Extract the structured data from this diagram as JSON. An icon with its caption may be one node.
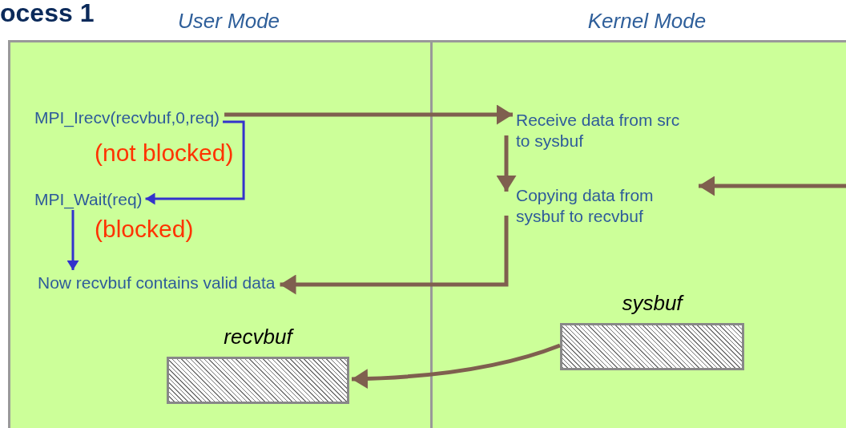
{
  "diagram": {
    "title": "ocess 1",
    "nodes": [
      {
        "text": [
          "User Mode"
        ]
      },
      {
        "text": [
          "Kernel Mode"
        ]
      },
      {
        "text": [
          "MPI_Irecv(recvbuf,0,req)"
        ],
        "in": 0
      },
      {
        "text": [
          "MPI_Wait(req)"
        ],
        "in": 0
      },
      {
        "text": [
          "Now recvbuf contains valid data"
        ],
        "in": 0
      },
      {
        "text": [
          "Receive data from src to sysbuf"
        ],
        "in": 1
      },
      {
        "text": [
          "Copying data from sysbuf to recvbuf"
        ],
        "in": 1
      },
      {
        "text": [
          "recvbuf"
        ],
        "in": 0
      },
      {
        "text": [
          "sysbuf"
        ],
        "in": 1
      }
    ],
    "edges": [
      {
        "from": 2,
        "to": 5,
        "arrow": "to"
      },
      {
        "from": 5,
        "to": 6,
        "arrow": "to"
      },
      {
        "from": 6,
        "to": 4,
        "arrow": "to"
      },
      {
        "from": 2,
        "to": 3,
        "arrow": "to",
        "color": "#3333cc"
      },
      {
        "from": 3,
        "to": 4,
        "arrow": "to",
        "color": "#3333cc"
      },
      {
        "from": null,
        "to": 6,
        "arrow": "to"
      },
      {
        "from": 8,
        "to": 7,
        "arrow": "to"
      }
    ],
    "labels": [
      "(not blocked)",
      "(blocked)"
    ]
  }
}
